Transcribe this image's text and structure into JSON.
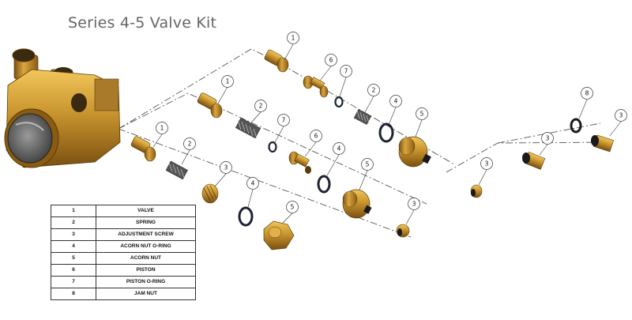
{
  "title": "Series 4-5 Valve Kit",
  "legend": [
    {
      "num": "1",
      "desc": "VALVE"
    },
    {
      "num": "2",
      "desc": "SPRING"
    },
    {
      "num": "3",
      "desc": "ADJUSTMENT SCREW"
    },
    {
      "num": "4",
      "desc": "ACORN NUT O-RING"
    },
    {
      "num": "5",
      "desc": "ACORN NUT"
    },
    {
      "num": "6",
      "desc": "PISTON"
    },
    {
      "num": "7",
      "desc": "PISTON O-RING"
    },
    {
      "num": "8",
      "desc": "JAM NUT"
    }
  ],
  "callouts": [
    "1",
    "6",
    "7",
    "2",
    "4",
    "5",
    "1",
    "2",
    "7",
    "6",
    "4",
    "5",
    "1",
    "2",
    "3",
    "4",
    "5",
    "3",
    "3",
    "3",
    "8",
    "3"
  ],
  "colors": {
    "brass": "#c8942f",
    "brass_dark": "#8a5c12",
    "oring": "#1d2233",
    "title": "#666666"
  }
}
